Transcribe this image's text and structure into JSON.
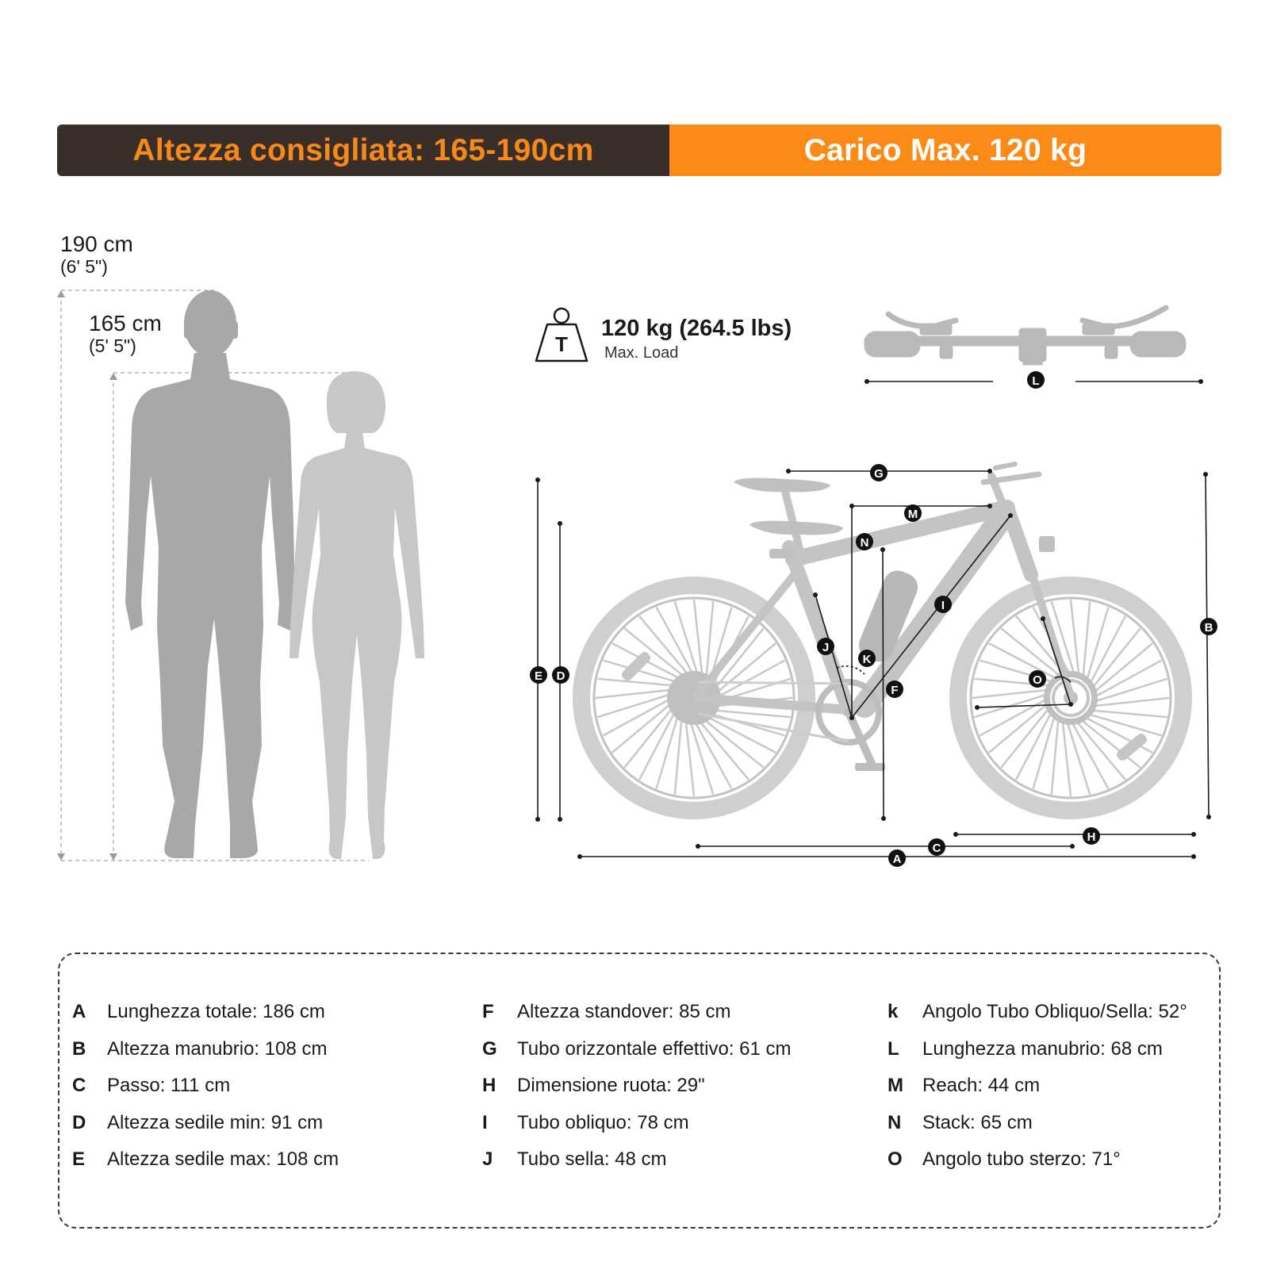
{
  "banner": {
    "recommended_height": "Altezza consigliata: 165-190cm",
    "max_load": "Carico Max. 120 kg",
    "left_bg": "#3a2e28",
    "right_bg": "#fb8a16",
    "accent": "#f7891b"
  },
  "heights": {
    "tall": {
      "cm": "190 cm",
      "ft": "(6' 5\")"
    },
    "short": {
      "cm": "165 cm",
      "ft": "(5' 5\")"
    }
  },
  "load": {
    "weight_icon_letter": "T",
    "value": "120 kg (264.5 lbs)",
    "caption": "Max. Load"
  },
  "diagram_markers": [
    "A",
    "B",
    "C",
    "D",
    "E",
    "F",
    "G",
    "H",
    "I",
    "J",
    "K",
    "L",
    "M",
    "N",
    "O"
  ],
  "specs": {
    "col1": [
      {
        "code": "A",
        "text": "Lunghezza totale: 186 cm"
      },
      {
        "code": "B",
        "text": "Altezza manubrio: 108 cm"
      },
      {
        "code": "C",
        "text": "Passo: 111 cm"
      },
      {
        "code": "D",
        "text": "Altezza sedile min: 91 cm"
      },
      {
        "code": "E",
        "text": "Altezza sedile max: 108 cm"
      }
    ],
    "col2": [
      {
        "code": "F",
        "text": "Altezza standover: 85 cm"
      },
      {
        "code": "G",
        "text": "Tubo orizzontale effettivo: 61 cm"
      },
      {
        "code": "H",
        "text": "Dimensione ruota: 29\""
      },
      {
        "code": "I",
        "text": "Tubo obliquo: 78 cm"
      },
      {
        "code": "J",
        "text": "Tubo sella: 48 cm"
      }
    ],
    "col3": [
      {
        "code": "k",
        "text": "Angolo Tubo Obliquo/Sella: 52°"
      },
      {
        "code": "L",
        "text": "Lunghezza manubrio: 68 cm"
      },
      {
        "code": "M",
        "text": "Reach: 44 cm"
      },
      {
        "code": "N",
        "text": "Stack: 65 cm"
      },
      {
        "code": "O",
        "text": "Angolo tubo sterzo: 71°"
      }
    ]
  }
}
